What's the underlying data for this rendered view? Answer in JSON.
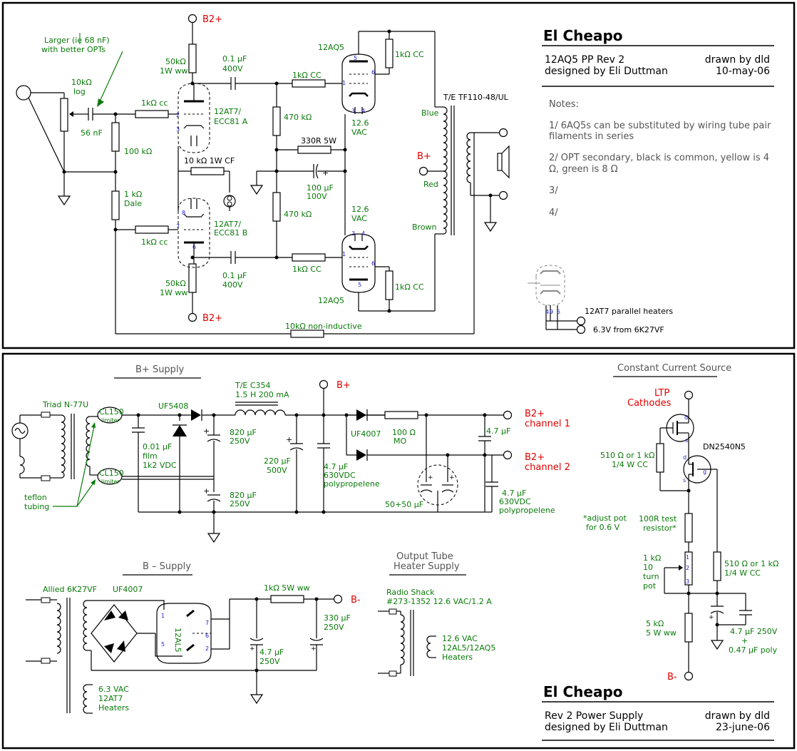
{
  "top": {
    "title": "El Cheapo",
    "line1_left": "12AQ5 PP Rev 2",
    "line1_right": "drawn by dld",
    "line2_left": "designed by Eli Duttman",
    "line2_right": "10-may-06",
    "notes_heading": "Notes:",
    "note1a": "1/ 6AQ5s can be substituted by wiring tube pair",
    "note1b": "filaments in series",
    "note2a": "2/ OPT secondary, black is common, yellow is 4",
    "note2b": "Ω, green is 8 Ω",
    "note3": "3/",
    "note4": "4/",
    "labels": {
      "b2plus_top": "B2+",
      "b2plus_bottom": "B2+",
      "bplus_right": "B+",
      "larger_a": "Larger (ie 68 nF)",
      "larger_b": "with better OPTs",
      "pot_a": "10kΩ",
      "pot_b": "log",
      "cap_56": "56 nF",
      "r_1kcc_top": "1kΩ cc",
      "r_1kcc_bot": "1kΩ cc",
      "r_100k": "100 kΩ",
      "r_1k_a": "1 kΩ",
      "r_1k_b": "Dale",
      "r_50k_top_a": "50kΩ",
      "r_50k_top_b": "1W ww",
      "r_50k_bot_a": "50kΩ",
      "r_50k_bot_b": "1W ww",
      "cap_top_a": "0.1 µF",
      "cap_top_b": "400V",
      "cap_bot_a": "0.1 µF",
      "cap_bot_b": "400V",
      "tube_top_a": "12AT7/",
      "tube_top_b": "ECC81 A",
      "tube_bot_a": "12AT7/",
      "tube_bot_b": "ECC81 B",
      "r_10k_cf": "10 kΩ 1W CF",
      "r_470_top": "470 kΩ",
      "r_470_bot": "470 kΩ",
      "r_330": "330R 5W",
      "cap_100_a": "100 µF",
      "cap_100_b": "100V",
      "r_1kcc_pa_top": "1kΩ CC",
      "r_1kcc_pa_bot": "1kΩ CC",
      "r_1kcc_g2_top": "1kΩ CC",
      "r_1kcc_g2_bot": "1kΩ CC",
      "out_top": "12AQ5",
      "out_bot": "12AQ5",
      "vac_top_a": "12.6",
      "vac_top_b": "VAC",
      "vac_bot_a": "12.6",
      "vac_bot_b": "VAC",
      "opt": "T/E TF110-48/UL",
      "blue": "Blue",
      "red": "Red",
      "brown": "Brown",
      "r_fb": "10kΩ non-inductive",
      "heater_note": "12AT7 parallel heaters",
      "heater_src": "6.3V from 6K27VF"
    }
  },
  "bottom": {
    "title": "El Cheapo",
    "line1_left": "Rev 2 Power Supply",
    "line1_right": "drawn by dld",
    "line2_left": "designed by Eli Duttman",
    "line2_right": "23-june-06",
    "sections": {
      "bplus": "B+ Supply",
      "bminus": "B – Supply",
      "heater_a": "Output Tube",
      "heater_b": "Heater Supply",
      "ccs": "Constant Current Source"
    },
    "labels": {
      "triad": "Triad N-77U",
      "cl150_top_a": "CL150",
      "cl150_top_b": "limiter",
      "cl150_bot_a": "CL150",
      "cl150_bot_b": "limiter",
      "teflon_a": "teflon",
      "teflon_b": "tubing",
      "uf5408": "UF5408",
      "film_a": "0.01 µF",
      "film_b": "film",
      "film_c": "1k2 VDC",
      "choke_a": "T/E C354",
      "choke_b": "1.5 H 200 mA",
      "c820_top_a": "820 µF",
      "c820_top_b": "250V",
      "c820_bot_a": "820 µF",
      "c820_bot_b": "250V",
      "c220_a": "220 µF",
      "c220_b": "500V",
      "c47_a": "4.7 µF",
      "c47_b": "630VDC",
      "c47_c": "polypropelene",
      "bplus": "B+",
      "uf4007": "UF4007",
      "r100_a": "100 Ω",
      "r100_b": "MO",
      "dual_cap": "50+50 µF",
      "c47_top": "4.7 µF",
      "c47r_a": "4.7 µF",
      "c47r_b": "630VDC",
      "c47r_c": "polypropelene",
      "ch1_a": "B2+",
      "ch1_b": "channel 1",
      "ch2_a": "B2+",
      "ch2_b": "channel 2",
      "allied": "Allied 6K27VF",
      "uf4007_b": "UF4007",
      "tube_12al5": "12AL5",
      "r1k5w": "1kΩ 5W ww",
      "bminus": "B-",
      "c330_a": "330 µF",
      "c330_b": "250V",
      "c47m_a": "4.7 µF",
      "c47m_b": "250V",
      "heat63_a": "6.3 VAC",
      "heat63_b": "12AT7",
      "heat63_c": "Heaters",
      "rs_a": "Radio Shack",
      "rs_b": "#273-1352 12.6 VAC/1.2 A",
      "heat126_a": "12.6 VAC",
      "heat126_b": "12AL5/12AQ5",
      "heat126_c": "Heaters",
      "ltp_a": "LTP",
      "ltp_b": "Cathodes",
      "dn2540": "DN2540N5",
      "r510_a": "510 Ω or 1 kΩ",
      "r510_b": "1/4 W CC",
      "r510b_a": "510 Ω or 1 kΩ",
      "r510b_b": "1/4 W CC",
      "adjust_a": "*adjust pot",
      "adjust_b": "for 0.6 V",
      "r100r_a": "100R test",
      "r100r_b": "resistor*",
      "pot_a": "1 kΩ",
      "pot_b": "10",
      "pot_c": "turn",
      "pot_d": "pot",
      "r5k_a": "5 kΩ",
      "r5k_b": "5 W ww",
      "ccs_caps_a": "4.7 µF 250V",
      "ccs_caps_b": "+",
      "ccs_caps_c": "0.47 µF poly",
      "ccs_bminus": "B-"
    }
  }
}
